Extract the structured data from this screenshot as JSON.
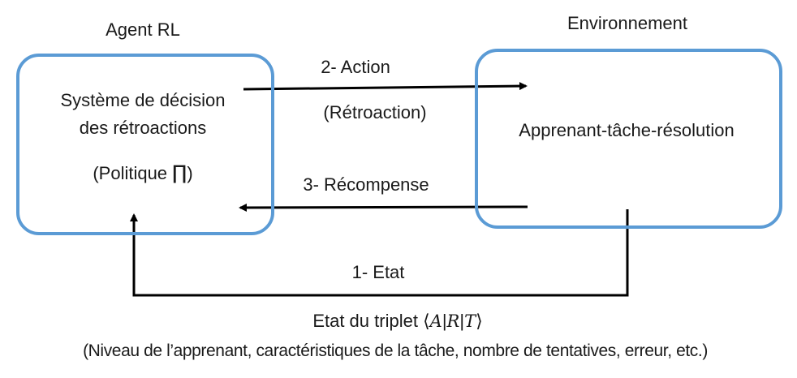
{
  "agent": {
    "title": "Agent RL",
    "line1": "Système de décision",
    "line2": "des rétroactions",
    "policy_label": "(Politique ",
    "policy_symbol": "∏",
    "policy_close": ")"
  },
  "environment": {
    "title": "Environnement",
    "content": "Apprenant-tâche-résolution"
  },
  "arrows": {
    "action": "2- Action",
    "action_sub": "(Rétroaction)",
    "reward": "3- Récompense",
    "state": "1- Etat"
  },
  "state_info": {
    "prefix": "Etat du triplet ",
    "lang": "⟨",
    "a": "A",
    "bar1": "|",
    "r": "R",
    "bar2": "|",
    "t": "T",
    "rang": "⟩",
    "details": "(Niveau de l’apprenant, caractéristiques de la tâche, nombre de tentatives, erreur, etc.)"
  },
  "colors": {
    "box_border": "#5b9bd5",
    "arrow": "#000000"
  }
}
